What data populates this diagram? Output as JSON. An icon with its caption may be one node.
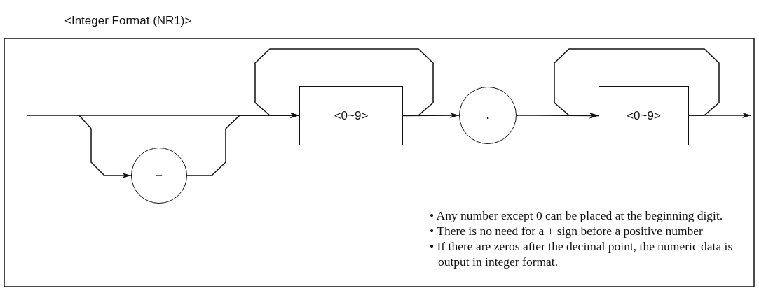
{
  "diagram": {
    "title": "<Integer Format (NR1)>",
    "nodes": [
      {
        "text": [
          "–"
        ]
      },
      {
        "text": [
          "<0~9>"
        ]
      },
      {
        "text": [
          "."
        ]
      },
      {
        "text": [
          "<0~9>"
        ]
      }
    ],
    "edges": [
      {
        "from": null,
        "to": 1,
        "arrow": "to"
      },
      {
        "from": null,
        "to": 0,
        "arrow": "to"
      },
      {
        "from": 0,
        "to": 1,
        "arrow": "to"
      },
      {
        "from": 1,
        "to": 1,
        "arrow": "to"
      },
      {
        "from": 1,
        "to": 2,
        "arrow": "to"
      },
      {
        "from": 2,
        "to": 3,
        "arrow": "to"
      },
      {
        "from": 3,
        "to": 3,
        "arrow": "to"
      },
      {
        "from": 3,
        "to": null,
        "arrow": "to"
      }
    ],
    "labels": [
      "• Any number except 0 can be placed at the beginning digit.",
      "• There is no need for a + sign before a positive number",
      "• If there are zeros after the decimal point, the numeric data is output in integer format."
    ]
  }
}
